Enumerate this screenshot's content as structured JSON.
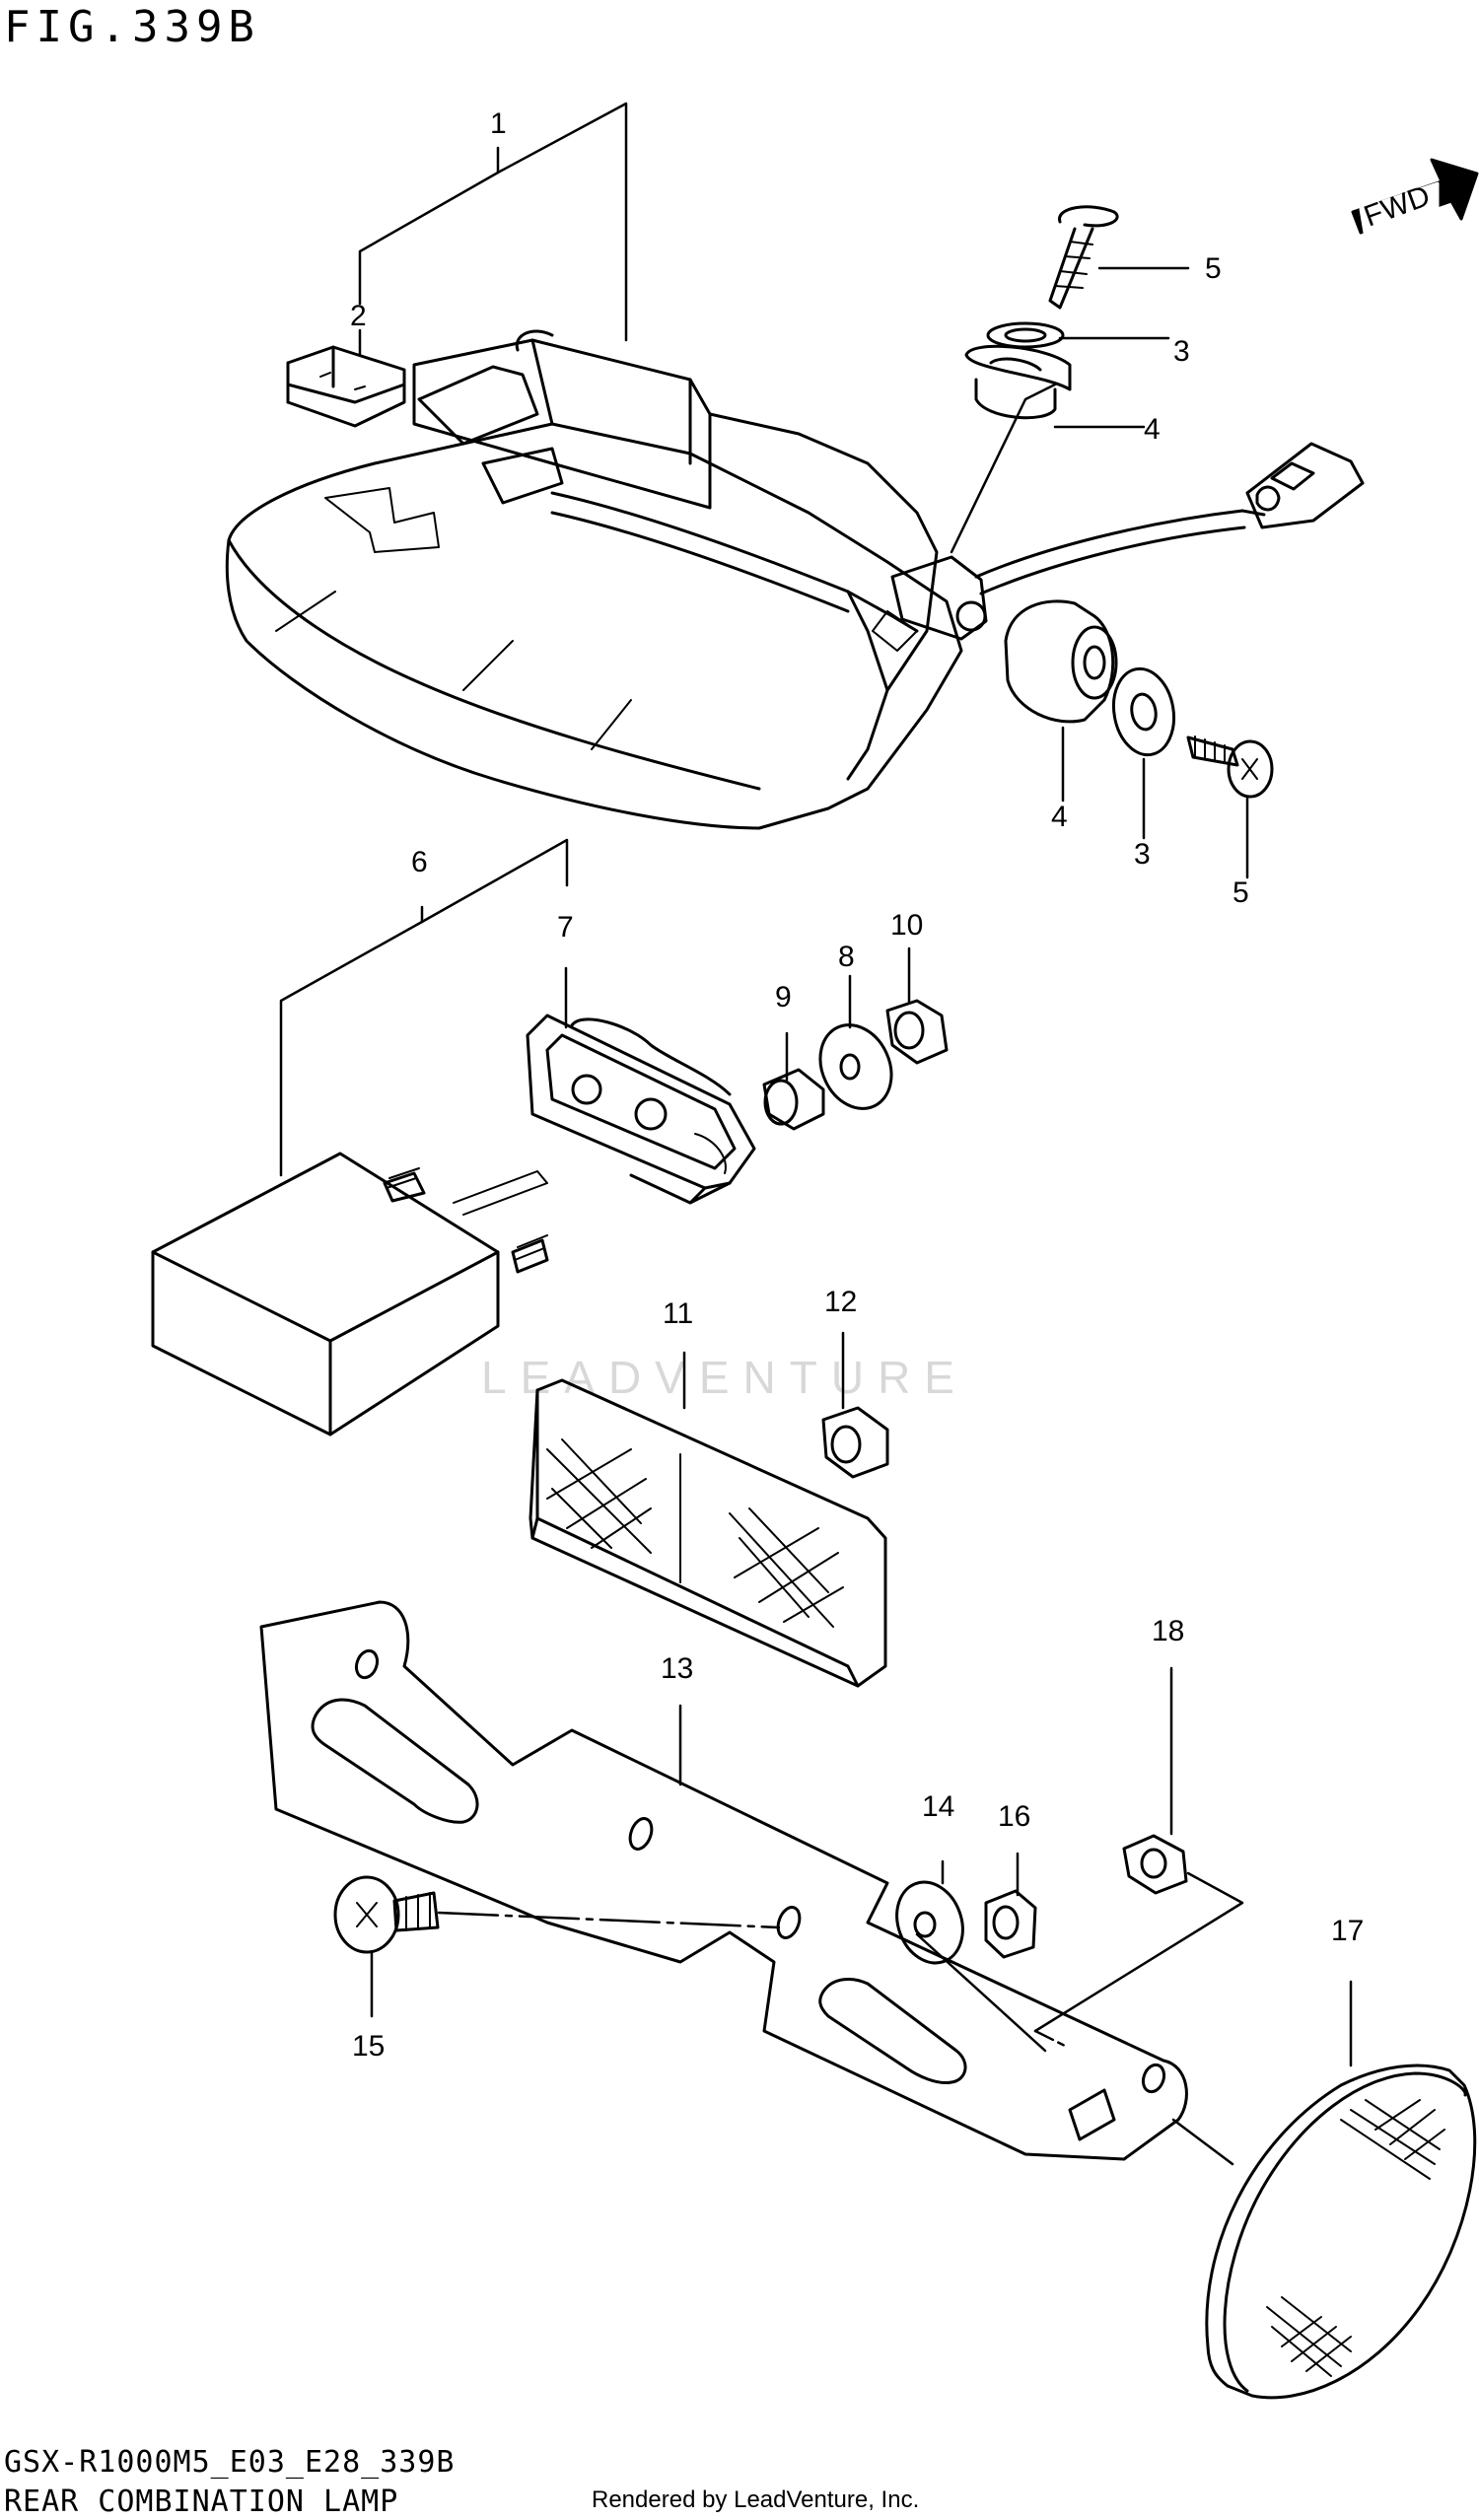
{
  "figure": {
    "title": "FIG.339B",
    "fwd_label": "FWD",
    "watermark": "LEADVENTURE"
  },
  "footer": {
    "model_code": "GSX-R1000M5_E03_E28_339B",
    "caption": "REAR COMBINATION LAMP",
    "rendered_by": "Rendered by LeadVenture, Inc."
  },
  "callouts": [
    {
      "key": "c1",
      "number": "1"
    },
    {
      "key": "c2",
      "number": "2"
    },
    {
      "key": "c5a",
      "number": "5"
    },
    {
      "key": "c3a",
      "number": "3"
    },
    {
      "key": "c4a",
      "number": "4"
    },
    {
      "key": "c4b",
      "number": "4"
    },
    {
      "key": "c3b",
      "number": "3"
    },
    {
      "key": "c5b",
      "number": "5"
    },
    {
      "key": "c6",
      "number": "6"
    },
    {
      "key": "c7",
      "number": "7"
    },
    {
      "key": "c9",
      "number": "9"
    },
    {
      "key": "c8",
      "number": "8"
    },
    {
      "key": "c10",
      "number": "10"
    },
    {
      "key": "c11",
      "number": "11"
    },
    {
      "key": "c12",
      "number": "12"
    },
    {
      "key": "c13",
      "number": "13"
    },
    {
      "key": "c14",
      "number": "14"
    },
    {
      "key": "c16",
      "number": "16"
    },
    {
      "key": "c18",
      "number": "18"
    },
    {
      "key": "c17",
      "number": "17"
    },
    {
      "key": "c15",
      "number": "15"
    }
  ],
  "colors": {
    "line": "#000000",
    "background": "#ffffff",
    "watermark": "#d8d8d8"
  }
}
